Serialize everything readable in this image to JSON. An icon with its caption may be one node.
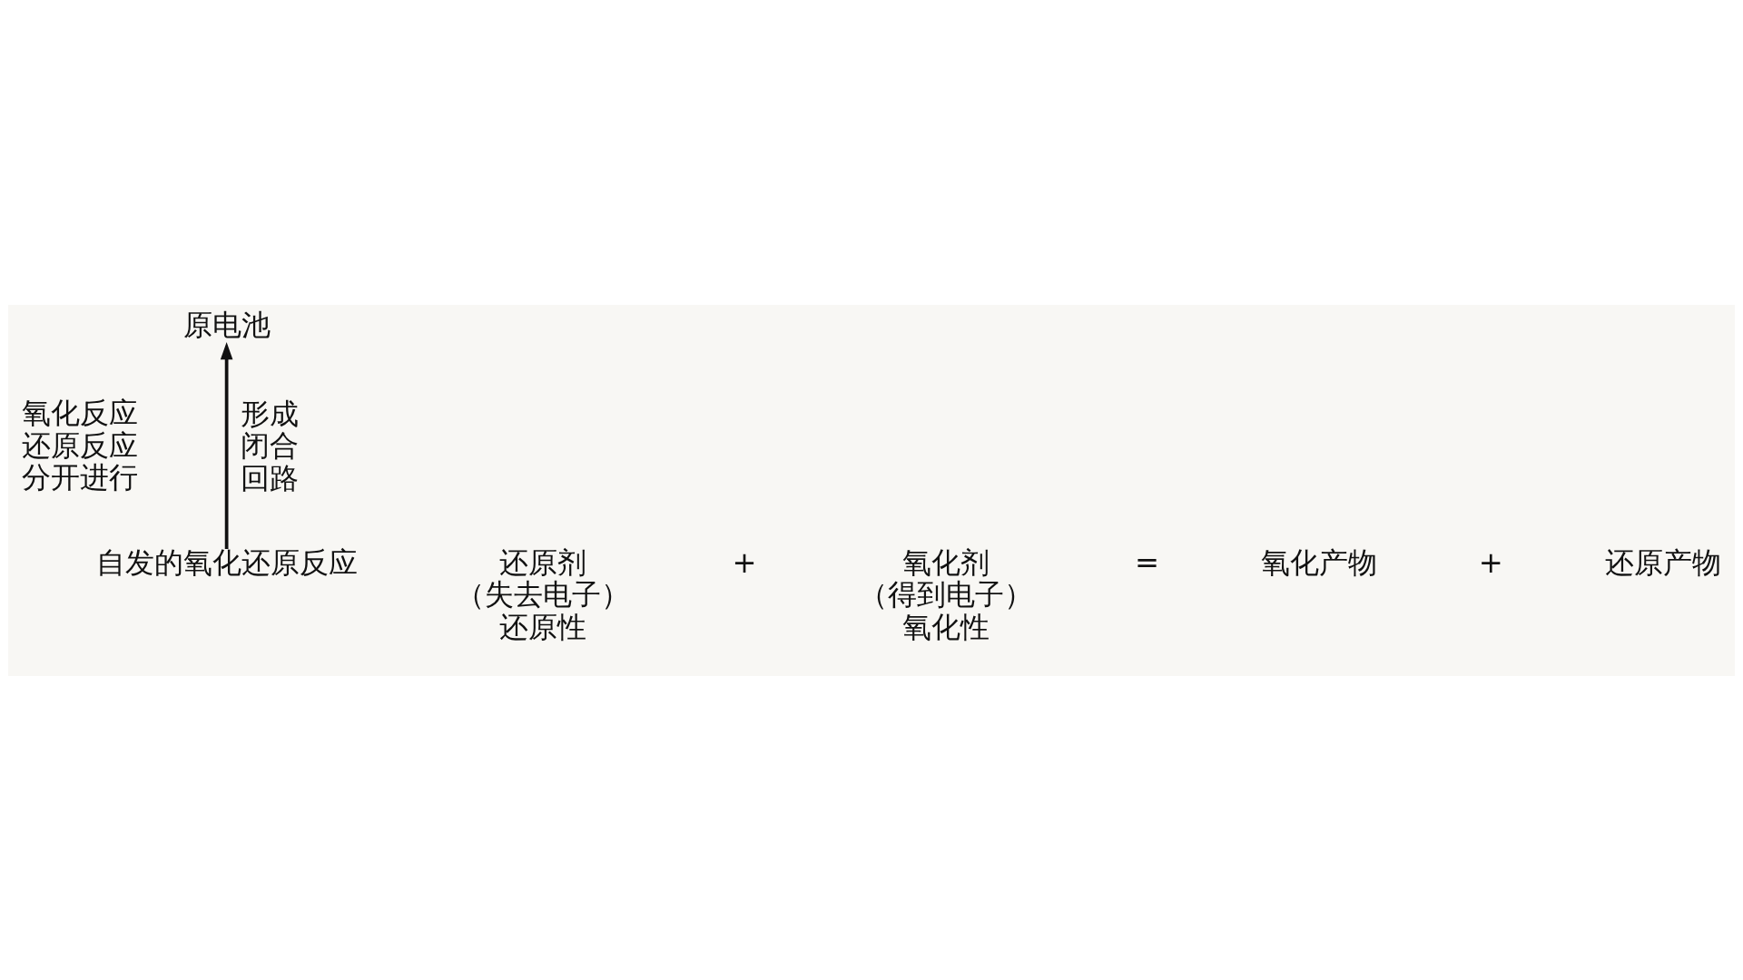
{
  "diagram": {
    "nodes": [
      {
        "text": [
          "原电池"
        ]
      },
      {
        "text": [
          "自发的氧化还原反应"
        ]
      }
    ],
    "edges": [
      {
        "from": 1,
        "to": 0,
        "arrow": "to",
        "label": "形成闭合回路"
      }
    ],
    "labels": [
      "氧化反应还原反应分开进行",
      "还原剂（失去电子）还原性",
      "+",
      "氧化剂（得到电子）氧化性",
      "=",
      "氧化产物",
      "+",
      "还原产物"
    ]
  }
}
